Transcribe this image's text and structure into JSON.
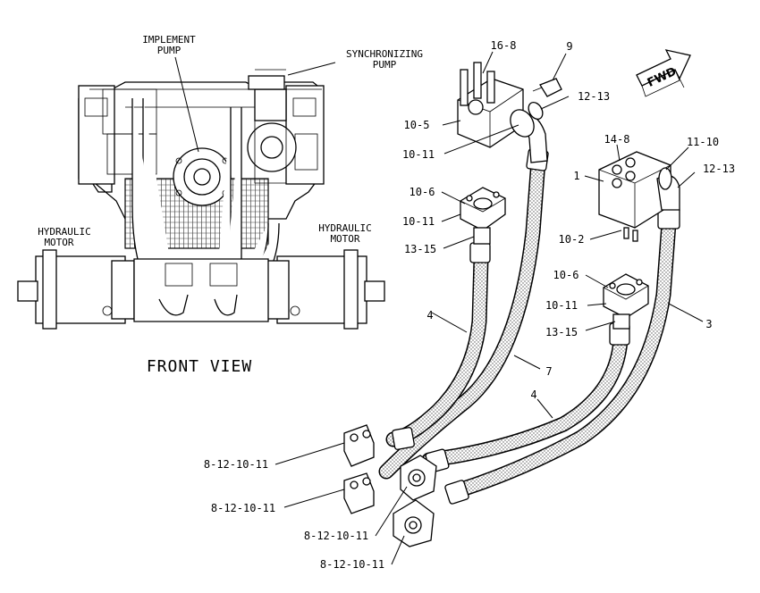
{
  "front_view": {
    "title": "FRONT VIEW",
    "labels": {
      "implement_pump_line1": "IMPLEMENT",
      "implement_pump_line2": "PUMP",
      "sync_pump_line1": "SYNCHRONIZING",
      "sync_pump_line2": "PUMP",
      "hyd_motor_left_line1": "HYDRAULIC",
      "hyd_motor_left_line2": "MOTOR",
      "hyd_motor_right_line1": "HYDRAULIC",
      "hyd_motor_right_line2": "MOTOR"
    }
  },
  "fwd_label": "FWD",
  "callouts": {
    "c_16_8": "16-8",
    "c_9": "9",
    "c_12_13_top": "12-13",
    "c_10_5": "10-5",
    "c_10_11_top": "10-11",
    "c_14_8": "14-8",
    "c_11_10": "11-10",
    "c_1": "1",
    "c_12_13_right": "12-13",
    "c_10_2": "10-2",
    "c_10_6_a": "10-6",
    "c_10_11_a": "10-11",
    "c_13_15_a": "13-15",
    "c_10_6_b": "10-6",
    "c_10_11_b": "10-11",
    "c_13_15_b": "13-15",
    "c_4_a": "4",
    "c_7": "7",
    "c_3": "3",
    "c_4_b": "4",
    "c_8_12_a": "8-12-10-11",
    "c_8_12_b": "8-12-10-11",
    "c_8_12_c": "8-12-10-11",
    "c_8_12_d": "8-12-10-11"
  }
}
